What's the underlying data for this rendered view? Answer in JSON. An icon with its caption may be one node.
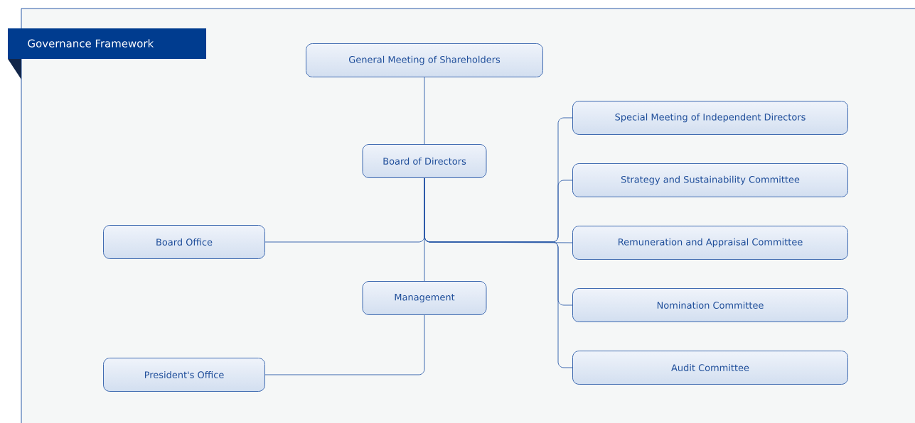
{
  "diagram": {
    "title": "Governance Framework",
    "nodes": [
      {
        "text": [
          "General Meeting of Shareholders"
        ]
      },
      {
        "text": [
          "Board of Directors"
        ]
      },
      {
        "text": [
          "Board Office"
        ]
      },
      {
        "text": [
          "Management"
        ]
      },
      {
        "text": [
          "President's Office"
        ]
      },
      {
        "text": [
          "Special Meeting of Independent Directors"
        ]
      },
      {
        "text": [
          "Strategy and Sustainability Committee"
        ]
      },
      {
        "text": [
          "Remuneration and Appraisal Committee"
        ]
      },
      {
        "text": [
          "Nomination Committee"
        ]
      },
      {
        "text": [
          "Audit Committee"
        ]
      }
    ],
    "edges": [
      {
        "from": 0,
        "to": 1,
        "arrow": "none"
      },
      {
        "from": 1,
        "to": 2,
        "arrow": "none"
      },
      {
        "from": 1,
        "to": 3,
        "arrow": "none"
      },
      {
        "from": 1,
        "to": 5,
        "arrow": "none"
      },
      {
        "from": 1,
        "to": 6,
        "arrow": "none"
      },
      {
        "from": 1,
        "to": 7,
        "arrow": "none"
      },
      {
        "from": 1,
        "to": 8,
        "arrow": "none"
      },
      {
        "from": 1,
        "to": 9,
        "arrow": "none"
      },
      {
        "from": 3,
        "to": 4,
        "arrow": "none"
      }
    ]
  }
}
